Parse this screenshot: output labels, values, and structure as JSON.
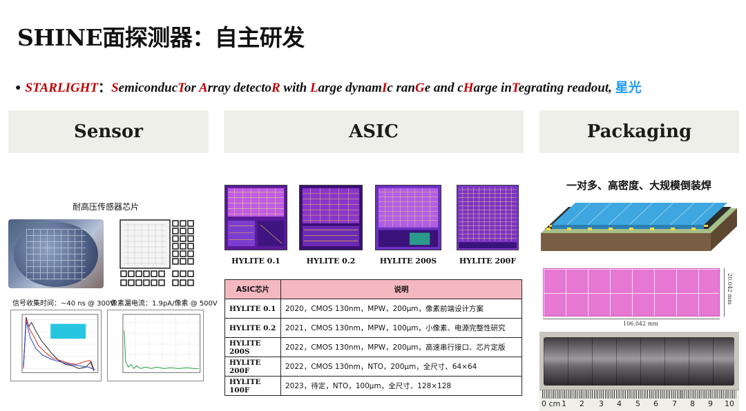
{
  "title": "SHINE面探测器：自主研发",
  "subtitle": {
    "bullet": "●",
    "acronym": "STARLIGHT",
    "colon": "：",
    "parts": [
      {
        "t": "S",
        "c": "red"
      },
      {
        "t": "emiconduc",
        "c": "dark"
      },
      {
        "t": "T",
        "c": "red"
      },
      {
        "t": "or ",
        "c": "dark"
      },
      {
        "t": "A",
        "c": "red"
      },
      {
        "t": "rray detecto",
        "c": "dark"
      },
      {
        "t": "R",
        "c": "red"
      },
      {
        "t": " with ",
        "c": "dark"
      },
      {
        "t": "L",
        "c": "red"
      },
      {
        "t": "arge dynam",
        "c": "dark"
      },
      {
        "t": "I",
        "c": "red"
      },
      {
        "t": "c ran",
        "c": "dark"
      },
      {
        "t": "G",
        "c": "red"
      },
      {
        "t": "e and c",
        "c": "dark"
      },
      {
        "t": "H",
        "c": "red"
      },
      {
        "t": "arge in",
        "c": "dark"
      },
      {
        "t": "T",
        "c": "red"
      },
      {
        "t": "egrating readout, ",
        "c": "dark"
      }
    ],
    "chinese": "星光"
  },
  "sections": {
    "sensor": "Sensor",
    "asic": "ASIC",
    "packaging": "Packaging"
  },
  "sensor": {
    "chip_caption": "耐高压传感器芯片",
    "signal_caption": "信号收集时间：~40 ns @ 300V",
    "leak_caption": "像素漏电流：1.9pA/像素 @ 500V"
  },
  "asic": {
    "chips": [
      "HYLITE 0.1",
      "HYLITE 0.2",
      "HYLITE 200S",
      "HYLITE 200F"
    ],
    "table": {
      "headers": [
        "ASIC芯片",
        "说明"
      ],
      "rows": [
        [
          "HYLITE 0.1",
          "2020，CMOS 130nm，MPW，200μm，像素前端设计方案"
        ],
        [
          "HYLITE 0.2",
          "2021，CMOS 130nm，MPW，100μm，小像素、电源完整性研究"
        ],
        [
          "HYLITE 200S",
          "2022，CMOS 130nm，MPW，200μm，高速串行接口、芯片定版"
        ],
        [
          "HYLITE 200F",
          "2022，CMOS 130nm，NTO，200μm，全尺寸、64×64"
        ],
        [
          "HYLITE 100F",
          "2023，待定，NTO，100μm，全尺寸、128×128"
        ]
      ]
    }
  },
  "packaging": {
    "caption": "一对多、高密度、大规模倒装焊",
    "width_label": "106.042 mm",
    "height_label": "20.042 mm",
    "ruler": [
      "0 cm",
      "1",
      "2",
      "3",
      "4",
      "5",
      "6",
      "7",
      "8",
      "9",
      "10"
    ]
  },
  "colors": {
    "accent_red": "#c00000",
    "accent_blue": "#1f9bf0",
    "table_header": "#f4b8c1",
    "section_bg": "#efefe9",
    "pink_array": "#e677d2"
  }
}
